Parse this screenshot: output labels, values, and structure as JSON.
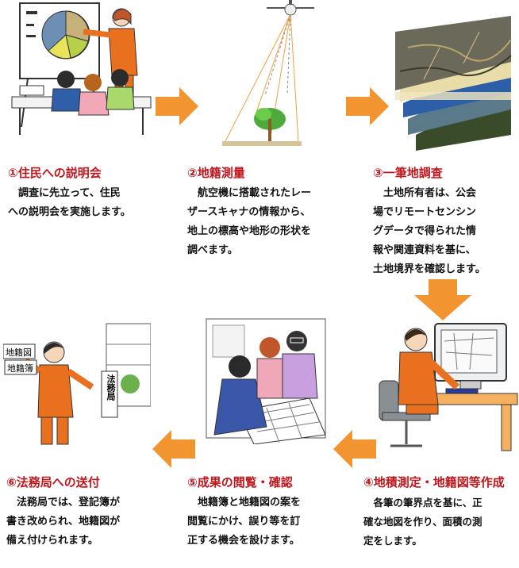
{
  "steps": [
    {
      "num": "①",
      "title": "住民への説明会",
      "lines": [
        "　調査に先立って、住民",
        "への説明会を実施します。"
      ]
    },
    {
      "num": "②",
      "title": "地籍測量",
      "lines": [
        "　航空機に搭載されたレー",
        "ザースキャナの情報から、",
        "地上の標高や地形の形状を",
        "調べます。"
      ]
    },
    {
      "num": "③",
      "title": "一筆地調査",
      "lines": [
        "　土地所有者は、公会",
        "場でリモートセンシン",
        "グデータで得られた情",
        "報や関連資料を基に、",
        "土地境界を確認します。"
      ]
    },
    {
      "num": "④",
      "title": "地積測定・地籍図等作成",
      "lines": [
        "　各筆の筆界点を基に、正",
        "確な地図を作り、面積の測",
        "定をします。"
      ]
    },
    {
      "num": "⑤",
      "title": "成果の閲覧・確認",
      "lines": [
        "　地籍簿と地籍図の案を",
        "閲覧にかけ、誤り等を訂",
        "正する機会を設けます。"
      ]
    },
    {
      "num": "⑥",
      "title": "法務局への送付",
      "lines": [
        "　法務局では、登記簿が",
        "書き改められ、地籍図が",
        "備え付けられます。"
      ]
    }
  ],
  "signs": {
    "book1": "地籍図",
    "book2": "地籍簿",
    "office": "法務局"
  },
  "colors": {
    "accent": "#c0161d",
    "arrow": "#f29430",
    "worker": "#e8701e"
  }
}
